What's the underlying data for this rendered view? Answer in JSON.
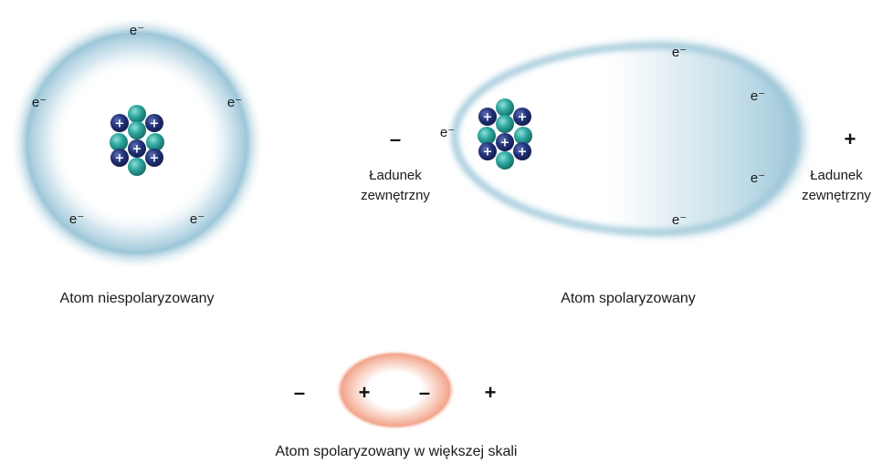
{
  "electron_label": "e⁻",
  "minus_sign": "–",
  "plus_sign": "+",
  "proton_symbol": "+",
  "nonpolarized": {
    "caption": "Atom niespolaryzowany"
  },
  "polarized": {
    "caption": "Atom spolaryzowany",
    "external_charge_line1": "Ładunek",
    "external_charge_line2": "zewnętrzny"
  },
  "polarized_larger": {
    "caption": "Atom spolaryzowany w większej skali"
  },
  "colors": {
    "electron_cloud": "#9cc6d8",
    "proton": "#1f2f6e",
    "neutron": "#2fa8a0",
    "polarized_cloud_large_scale": "#f2a48c"
  }
}
